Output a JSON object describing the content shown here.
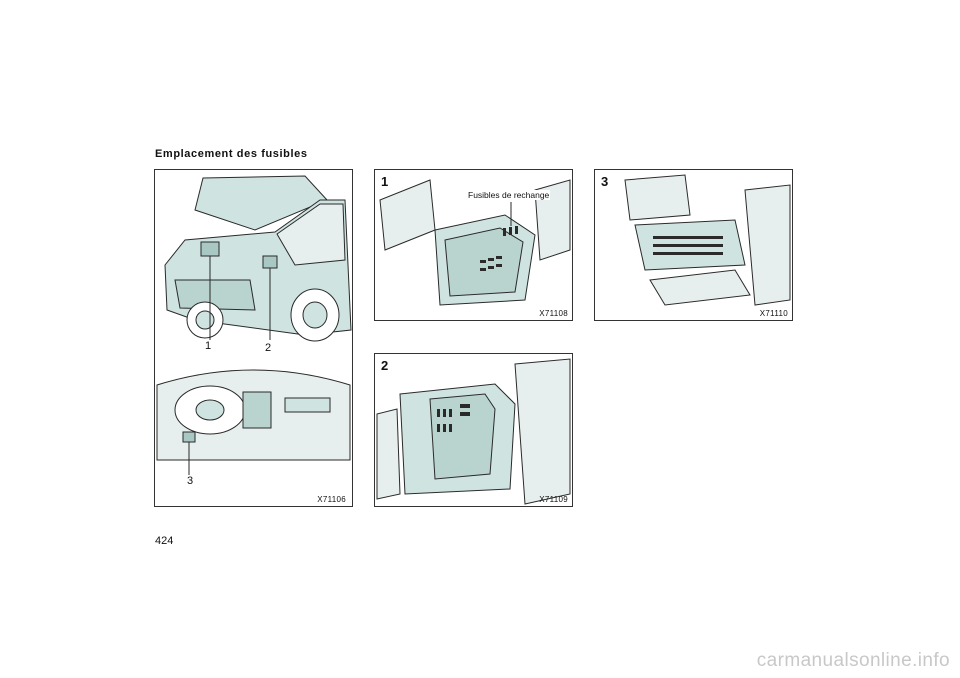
{
  "page": {
    "title": "Emplacement des fusibles",
    "page_number": "424",
    "watermark": "carmanualsonline.info"
  },
  "figures": {
    "overview": {
      "code": "X71106",
      "callouts": [
        "1",
        "2",
        "3"
      ]
    },
    "fig1": {
      "number": "1",
      "code": "X71108",
      "label": "Fusibles de rechange"
    },
    "fig2": {
      "number": "2",
      "code": "X71109"
    },
    "fig3": {
      "number": "3",
      "code": "X71110"
    }
  },
  "colors": {
    "fill": "#cfe3e0",
    "fill_dark": "#a9c7c3",
    "line": "#2a2a2a"
  }
}
